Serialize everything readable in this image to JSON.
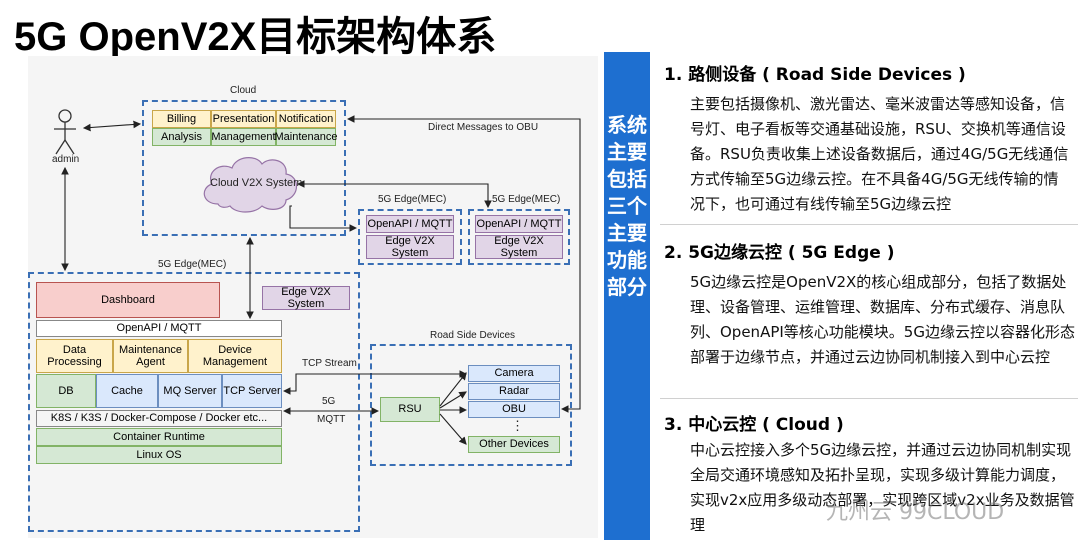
{
  "title": "5G OpenV2X目标架构体系",
  "diagram": {
    "admin_label": "admin",
    "cloud_label": "Cloud",
    "cloud_modules": [
      "Billing",
      "Presentation",
      "Notification",
      "Analysis",
      "Management",
      "Maintenance"
    ],
    "cloud_system": "Cloud V2X System",
    "direct_messages": "Direct Messages to OBU",
    "edge_mec_small_1": "5G Edge(MEC)",
    "edge_mec_small_2": "5G Edge(MEC)",
    "openapi_mqtt": "OpenAPI / MQTT",
    "edge_v2x_system": "Edge V2X System",
    "edge_mec_main": "5G Edge(MEC)",
    "dashboard": "Dashboard",
    "edge_modules_row1": [
      "Data Processing",
      "Maintenance Agent",
      "Device Management"
    ],
    "edge_modules_row2": [
      "DB",
      "Cache",
      "MQ Server",
      "TCP Server"
    ],
    "k8s": "K8S / K3S / Docker-Compose / Docker etc...",
    "container_runtime": "Container Runtime",
    "linux_os": "Linux OS",
    "road_side_devices": "Road Side Devices",
    "tcp_stream": "TCP Stream",
    "g5": "5G",
    "mqtt": "MQTT",
    "rsu": "RSU",
    "devices": [
      "Camera",
      "Radar",
      "OBU"
    ],
    "ellipsis": "⋮",
    "other_devices": "Other Devices"
  },
  "sidebar": {
    "text": "系统主要包括三个主要功能部分"
  },
  "sections": [
    {
      "heading": "1.  路侧设备 ( Road Side Devices )",
      "body": "主要包括摄像机、激光雷达、毫米波雷达等感知设备，信号灯、电子看板等交通基础设施，RSU、交换机等通信设备。RSU负责收集上述设备数据后，通过4G/5G无线通信方式传输至5G边缘云控。在不具备4G/5G无线传输的情况下，也可通过有线传输至5G边缘云控"
    },
    {
      "heading": "2.  5G边缘云控 ( 5G Edge )",
      "body": "5G边缘云控是OpenV2X的核心组成部分，包括了数据处理、设备管理、运维管理、数据库、分布式缓存、消息队列、OpenAPI等核心功能模块。5G边缘云控以容器化形态部署于边缘节点，并通过云边协同机制接入到中心云控"
    },
    {
      "heading": "3.  中心云控 ( Cloud )",
      "body": "中心云控接入多个5G边缘云控，并通过云边协同机制实现全局交通环境感知及拓扑呈现，实现多级计算能力调度，实现v2x应用多级动态部署，实现跨区域v2x业务及数据管理"
    }
  ],
  "watermark": "九州云 99CLOUD"
}
